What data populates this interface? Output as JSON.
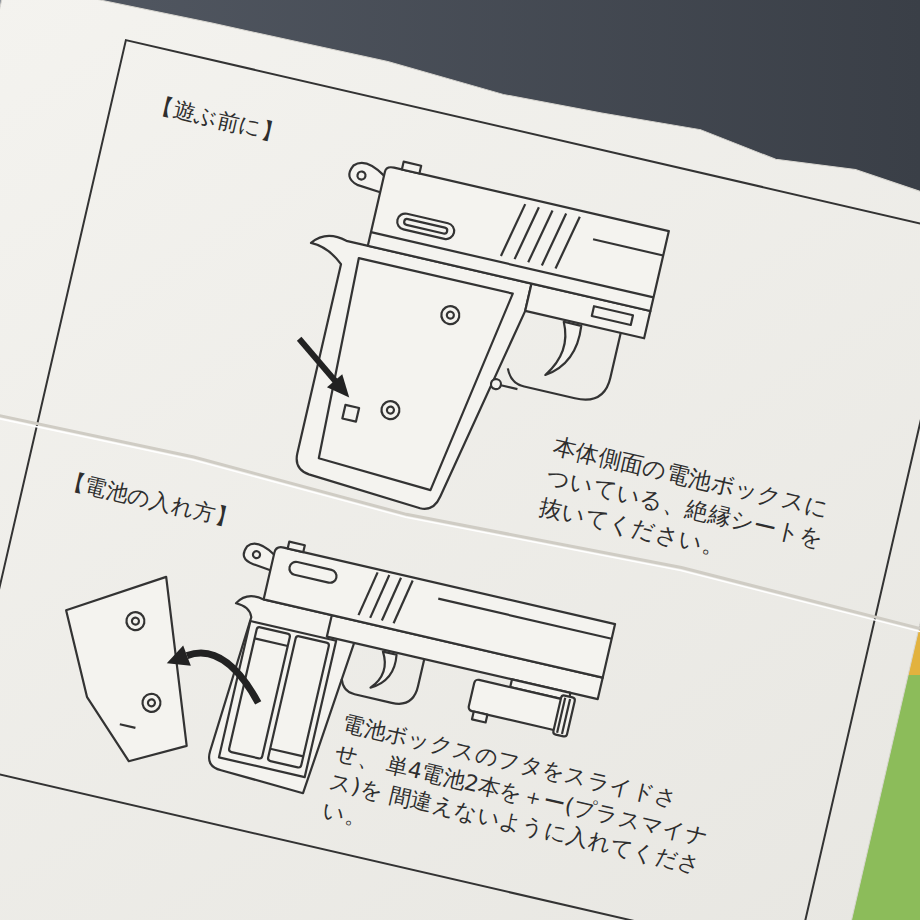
{
  "diagram": {
    "labels": [
      "【遊ぶ前に】",
      "本体側面の電池ボックスに ついている、絶縁シートを 抜いてください。",
      "【電池の入れ方】",
      "電池ボックスのフタをスライドさせ、 単4電池2本を＋ー(プラスマイナス)を 間違えないように入れてください。"
    ]
  }
}
